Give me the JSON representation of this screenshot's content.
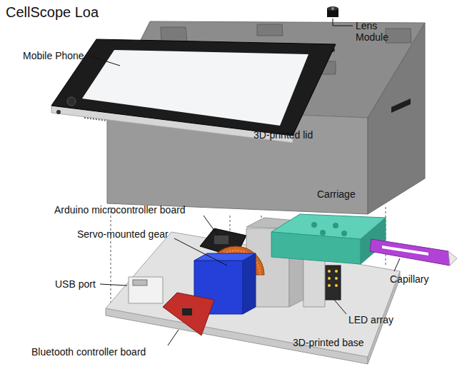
{
  "diagram": {
    "title": "CellScope Loa",
    "labels": [
      "Mobile Phone",
      "Lens Module",
      "3D-printed lid",
      "Carriage",
      "Arduino microcontroller board",
      "Servo-mounted gear",
      "USB port",
      "Capillary",
      "LED array",
      "Bluetooth controller board",
      "3D-printed base"
    ]
  }
}
